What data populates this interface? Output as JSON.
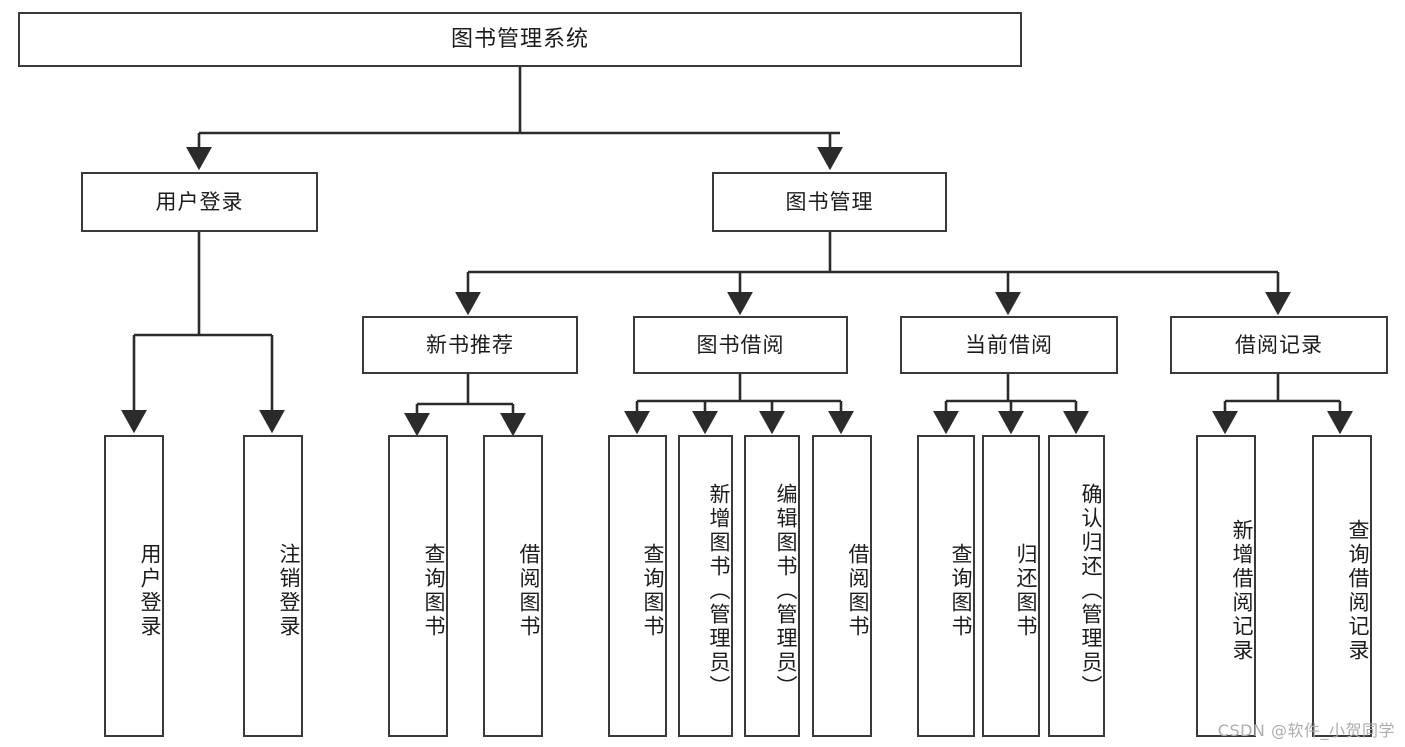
{
  "diagram": {
    "title": "图书管理系统",
    "type": "tree-hierarchy",
    "style": {
      "box_border_color": "#3a3a3a",
      "box_fill_color": "#ffffff",
      "edge_color": "#2b2b2b",
      "text_color": "#1c1c1c",
      "background": "#ffffff"
    },
    "nodes": {
      "root": {
        "label": "图书管理系统",
        "level": 0
      },
      "level1": [
        {
          "id": "user-login",
          "label": "用户登录"
        },
        {
          "id": "book-manage",
          "label": "图书管理"
        }
      ],
      "level2": [
        {
          "id": "new-book-rec",
          "label": "新书推荐",
          "parent": "book-manage"
        },
        {
          "id": "book-borrow",
          "label": "图书借阅",
          "parent": "book-manage"
        },
        {
          "id": "current-borrow",
          "label": "当前借阅",
          "parent": "book-manage"
        },
        {
          "id": "borrow-record",
          "label": "借阅记录",
          "parent": "book-manage"
        }
      ],
      "leaves": [
        {
          "id": "leaf-user-login",
          "label": "用户登录",
          "parent": "user-login"
        },
        {
          "id": "leaf-user-logout",
          "label": "注销登录",
          "parent": "user-login"
        },
        {
          "id": "leaf-query-book-rec",
          "label": "查询图书",
          "parent": "new-book-rec"
        },
        {
          "id": "leaf-borrow-book-rec",
          "label": "借阅图书",
          "parent": "new-book-rec"
        },
        {
          "id": "leaf-query-book-borrow",
          "label": "查询图书",
          "parent": "book-borrow"
        },
        {
          "id": "leaf-add-book",
          "label": "新增图书（管理员）",
          "parent": "book-borrow"
        },
        {
          "id": "leaf-edit-book",
          "label": "编辑图书（管理员）",
          "parent": "book-borrow"
        },
        {
          "id": "leaf-borrow-book",
          "label": "借阅图书",
          "parent": "book-borrow"
        },
        {
          "id": "leaf-query-book-current",
          "label": "查询图书",
          "parent": "current-borrow"
        },
        {
          "id": "leaf-return-book",
          "label": "归还图书",
          "parent": "current-borrow"
        },
        {
          "id": "leaf-confirm-return",
          "label": "确认归还（管理员）",
          "parent": "current-borrow"
        },
        {
          "id": "leaf-add-record",
          "label": "新增借阅记录",
          "parent": "borrow-record"
        },
        {
          "id": "leaf-query-record",
          "label": "查询借阅记录",
          "parent": "borrow-record"
        }
      ]
    },
    "watermark": "CSDN @软件_小贺同学"
  }
}
